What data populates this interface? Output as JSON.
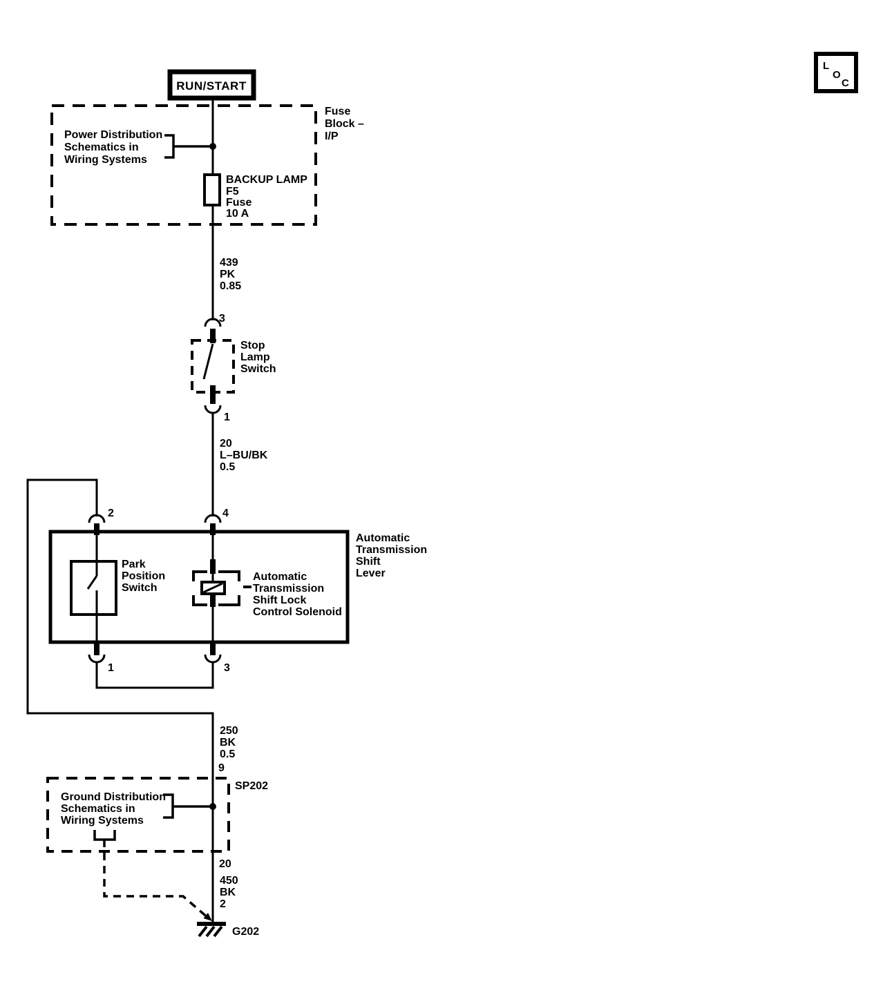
{
  "page": {
    "background": "#ffffff",
    "ink": "#000000"
  },
  "ignition": {
    "label": "RUN/START"
  },
  "loc_box": {
    "letters": [
      "L",
      "O",
      "C"
    ]
  },
  "fuse_block": {
    "name": [
      "Fuse",
      "Block –",
      "I/P"
    ],
    "power_ref": [
      "Power Distribution",
      "Schematics in",
      "Wiring Systems"
    ],
    "fuse": [
      "BACKUP LAMP",
      "F5",
      "Fuse",
      "10 A"
    ]
  },
  "wire_439": {
    "lines": [
      "439",
      "PK",
      "0.85"
    ]
  },
  "stop_lamp_switch": {
    "pin_in": "3",
    "name": [
      "Stop",
      "Lamp",
      "Switch"
    ],
    "pin_out": "1"
  },
  "wire_20": {
    "lines": [
      "20",
      "L–BU/BK",
      "0.5"
    ]
  },
  "shift_lever": {
    "name": [
      "Automatic",
      "Transmission",
      "Shift",
      "Lever"
    ],
    "pin_park_in": "2",
    "pin_sol_in": "4",
    "park_switch": {
      "name": [
        "Park",
        "Position",
        "Switch"
      ]
    },
    "solenoid": {
      "name": [
        "Automatic",
        "Transmission",
        "Shift Lock",
        "Control Solenoid"
      ]
    },
    "pin_park_out": "1",
    "pin_sol_out": "3"
  },
  "wire_250": {
    "lines": [
      "250",
      "BK",
      "0.5"
    ]
  },
  "splice": {
    "pin": "9",
    "id": "SP202",
    "ground_ref": [
      "Ground Distribution",
      "Schematics in",
      "Wiring Systems"
    ]
  },
  "wire_450": {
    "lines": [
      "20",
      "450",
      "BK",
      "2"
    ]
  },
  "ground": {
    "id": "G202"
  }
}
